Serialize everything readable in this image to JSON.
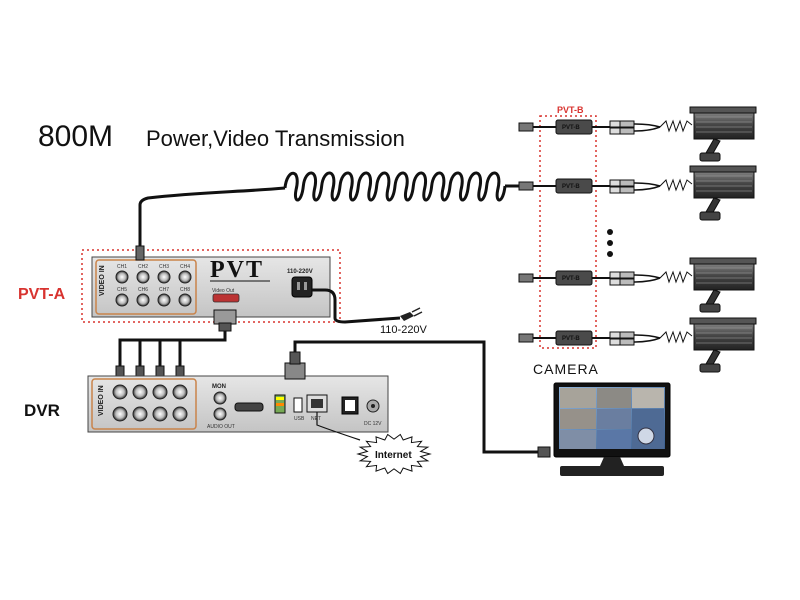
{
  "title": {
    "main": "800M",
    "sub": "Power,Video Transmission"
  },
  "labels": {
    "pvt_a": "PVT-A",
    "dvr": "DVR",
    "camera": "CAMERA",
    "pvt_b": "PVT-B",
    "internet": "Internet",
    "power_cord": "110-220V"
  },
  "pvt_a_unit": {
    "brand": "PVT",
    "video_in": "VIDEO IN",
    "video_out": "Video Out",
    "power": "110-220V",
    "channels_top": [
      "CH1",
      "CH2",
      "CH3",
      "CH4"
    ],
    "channels_bottom": [
      "CH5",
      "CH6",
      "CH7",
      "CH8"
    ]
  },
  "dvr_unit": {
    "video_in": "VIDEO IN",
    "mon": "MON",
    "audio_out": "AUDIO OUT",
    "ports": [
      "USB",
      "NET",
      "DC 12V"
    ]
  },
  "transmitter_tag": "PVT-B",
  "colors": {
    "accent_red": "#d8332f",
    "cable": "#111111",
    "device_gray": "#d6d6d6"
  }
}
